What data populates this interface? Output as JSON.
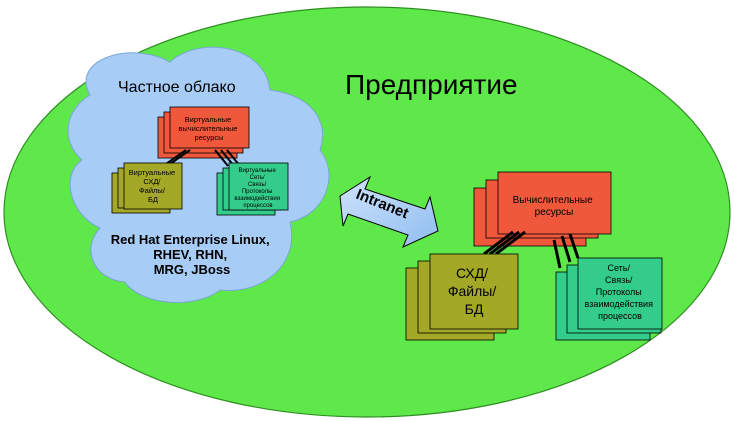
{
  "enterprise": {
    "title": "Предприятие"
  },
  "private_cloud": {
    "title": "Частное облако",
    "compute": [
      "Виртуальные",
      "вычислительные",
      "ресурсы"
    ],
    "storage": [
      "Виртуальные",
      "СХД/",
      "Файлы/",
      "БД"
    ],
    "network": [
      "Виртуальные",
      "Сеть/",
      "Связь/",
      "Протоколы",
      "взаимодействия",
      "процессов"
    ],
    "products": [
      "Red Hat Enterprise Linux,",
      "RHEV, RHN,",
      "MRG, JBoss"
    ]
  },
  "link": {
    "label": "Intranet"
  },
  "datacenter": {
    "compute": [
      "Вычислительные",
      "ресурсы"
    ],
    "storage": [
      "СХД/",
      "Файлы/",
      "БД"
    ],
    "network": [
      "Сеть/",
      "Связь/",
      "Протоколы",
      "взаимодействия",
      "процессов"
    ]
  },
  "colors": {
    "enterprise_fill": "#5fe84a",
    "cloud_fill": "#a7cdf7",
    "compute_fill": "#f0583b",
    "storage_fill": "#a3a827",
    "network_fill": "#33cc8a",
    "arrow_fill": "#a7cdf7"
  }
}
